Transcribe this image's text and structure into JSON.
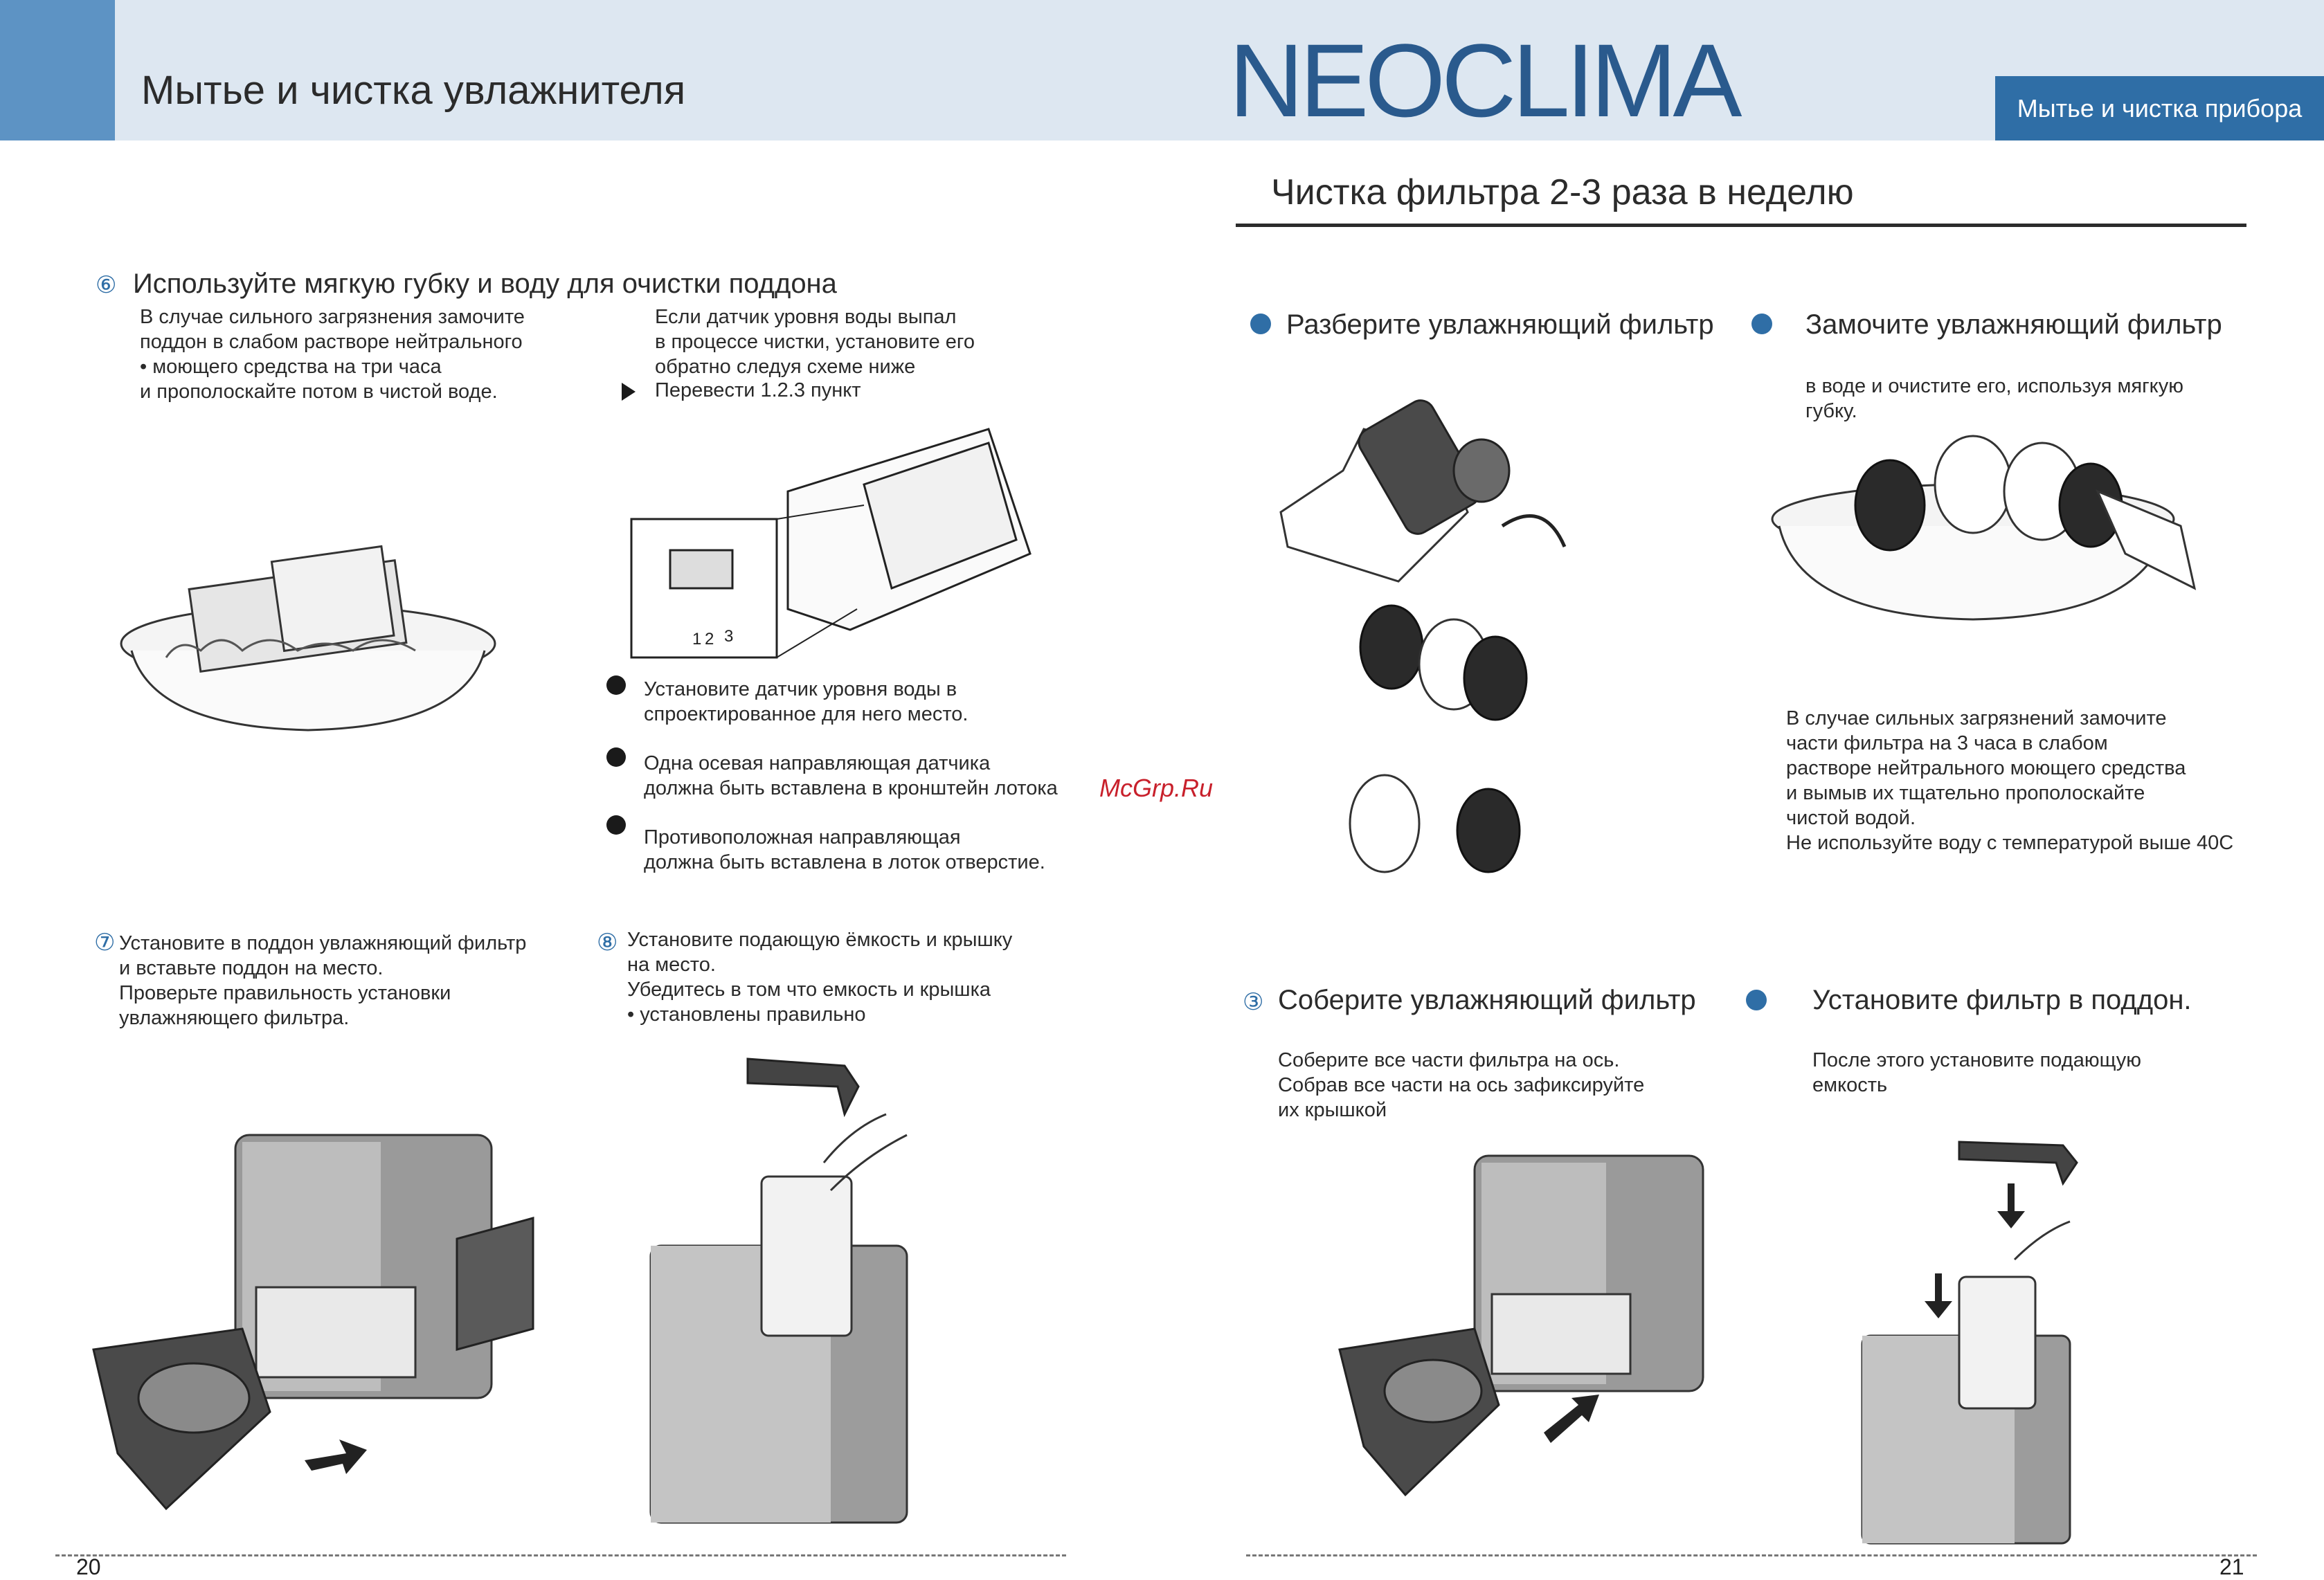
{
  "header": {
    "title": "Мытье и чистка увлажнителя",
    "logo": "NEOCLIMA",
    "section_tag": "Мытье и  чистка прибора"
  },
  "left_page": {
    "step6": {
      "number": "⑥",
      "title": "Используйте мягкую губку и воду  для очистки поддона",
      "text_left": "В случае сильного загрязнения замочите\nподдон в слабом растворе нейтрального\n• моющего средства на три часа\n  и прополоскайте потом в чистой воде.",
      "text_right": "Если датчик уровня воды выпал\nв процессе чистки, установите его\n  обратно следуя схеме ниже",
      "arrow_note": "Перевести 1.2.3 пункт",
      "sensor_bullets": [
        "Установите датчик уровня воды в\nспроектированное для него место.",
        "Одна осевая направляющая датчика\nдолжна быть вставлена в кронштейн лотока",
        "Противоположная направляющая\n должна быть вставлена в лоток отверстие."
      ],
      "diagram_labels": [
        "1",
        "2",
        "3"
      ]
    },
    "step7": {
      "number": "⑦",
      "text": "Установите в поддон увлажняющий фильтр\n  и вставьте поддон на место.\nПроверьте правильность установки\n  увлажняющего фильтра."
    },
    "step8": {
      "number": "⑧",
      "text": "Установите подающую ёмкость и крышку\nна место.\nУбедитесь в том что емкость и крышка\n• установлены правильно"
    },
    "page_number": "20"
  },
  "right_page": {
    "subtitle": "Чистка фильтра 2-3 раза в неделю",
    "step1": {
      "title": "Разберите увлажняющий фильтр"
    },
    "step2": {
      "title": "Замочите  увлажняющий фильтр",
      "text": "в воде и очистите его, используя мягкую\nгубку.",
      "warning": "В случае сильных загрязнений замочите\nчасти фильтра  на 3 часа в слабом\nрастворе нейтрального моющего средства\n и вымыв их тщательно прополоскайте\n чистой водой.\nНе используйте воду с температурой выше 40С"
    },
    "step3": {
      "number": "③",
      "title": "Соберите увлажняющий фильтр",
      "text": "Соберите все части фильтра на ось.\nСобрав все части на ось зафиксируйте\nих крышкой"
    },
    "step4": {
      "title": "Установите фильтр в поддон.",
      "text": "После этого установите подающую\nемкость"
    },
    "page_number": "21"
  },
  "watermark": "McGrp.Ru",
  "colors": {
    "header_band": "#dde7f1",
    "accent": "#2f6ea6",
    "logo": "#2a5a8d"
  }
}
